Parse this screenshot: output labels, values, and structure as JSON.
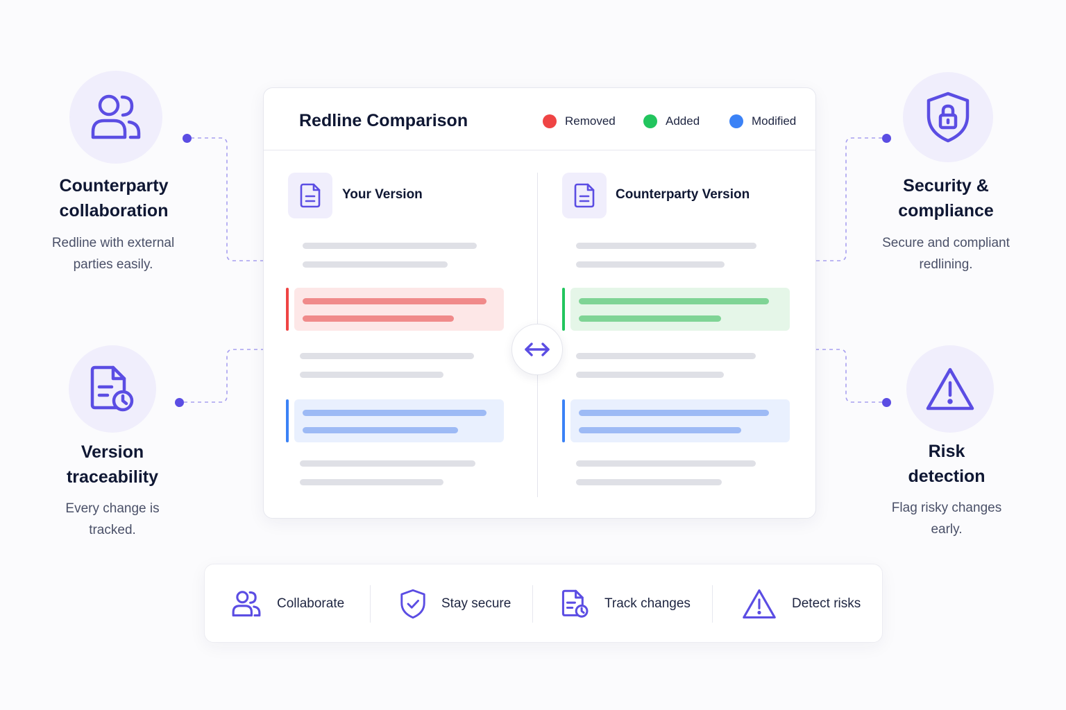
{
  "colors": {
    "accent": "#5b4de3",
    "removed": "#ef4444",
    "added": "#22c55e",
    "modified": "#3b82f6"
  },
  "features": {
    "collaboration": {
      "icon": "users-icon",
      "title": "Counterparty\ncollaboration",
      "desc": "Redline with external\nparties easily."
    },
    "security": {
      "icon": "shield-lock-icon",
      "title": "Security &\ncompliance",
      "desc": "Secure and compliant\nredlining."
    },
    "traceability": {
      "icon": "document-clock-icon",
      "title": "Version\ntraceability",
      "desc": "Every change is\ntracked."
    },
    "risk": {
      "icon": "warning-icon",
      "title": "Risk\ndetection",
      "desc": "Flag risky changes\nearly."
    }
  },
  "card": {
    "title": "Redline Comparison",
    "legend": {
      "removed": "Removed",
      "added": "Added",
      "modified": "Modified"
    },
    "left_title": "Your Version",
    "right_title": "Counterparty Version"
  },
  "bottom_bar": {
    "collaborate": "Collaborate",
    "secure": "Stay secure",
    "track": "Track changes",
    "risks": "Detect risks"
  }
}
